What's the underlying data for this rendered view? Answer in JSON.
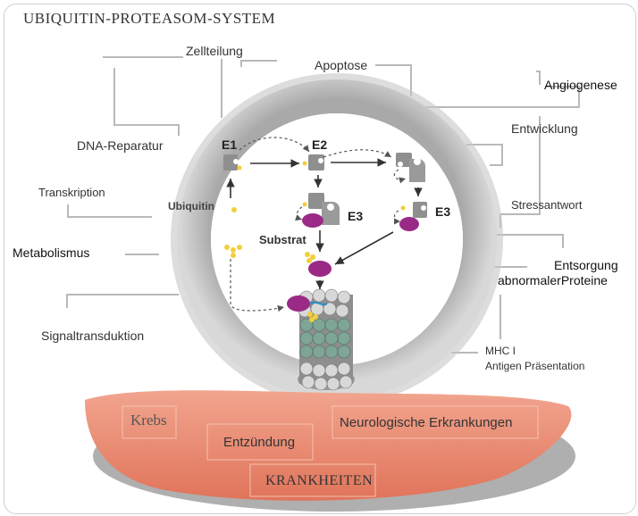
{
  "title": "UBIQUITIN-PROTEASOM-SYSTEM",
  "functions": {
    "zellteilung": "Zellteilung",
    "apoptose": "Apoptose",
    "angiogenese": "Angiogenese",
    "dna_reparatur": "DNA-Reparatur",
    "entwicklung": "Entwicklung",
    "transkription": "Transkription",
    "stressantwort": "Stressantwort",
    "metabolismus": "Metabolismus",
    "entsorgung_1": "Entsorgung",
    "entsorgung_2": "abnormalerProteine",
    "signaltransduktion": "Signaltransduktion",
    "mhc_1": "MHC I",
    "mhc_2": "Antigen Präsentation"
  },
  "pathway": {
    "e1": "E1",
    "e2": "E2",
    "e3_left": "E3",
    "e3_right": "E3",
    "ubiquitin": "Ubiquitin",
    "substrat": "Substrat"
  },
  "diseases": {
    "krebs": "Krebs",
    "entzuendung": "Entzündung",
    "neuro": "Neurologische Erkrankungen",
    "krankheiten": "KRANKHEITEN"
  },
  "colors": {
    "ring": "#b4b4b4",
    "disease_fill": "#e8846b",
    "enzyme_grey": "#8f8f8f",
    "substrate_purple": "#9a2a86",
    "ubiquitin_yellow": "#f2cf3a",
    "proteasome_green": "#6f9484"
  }
}
